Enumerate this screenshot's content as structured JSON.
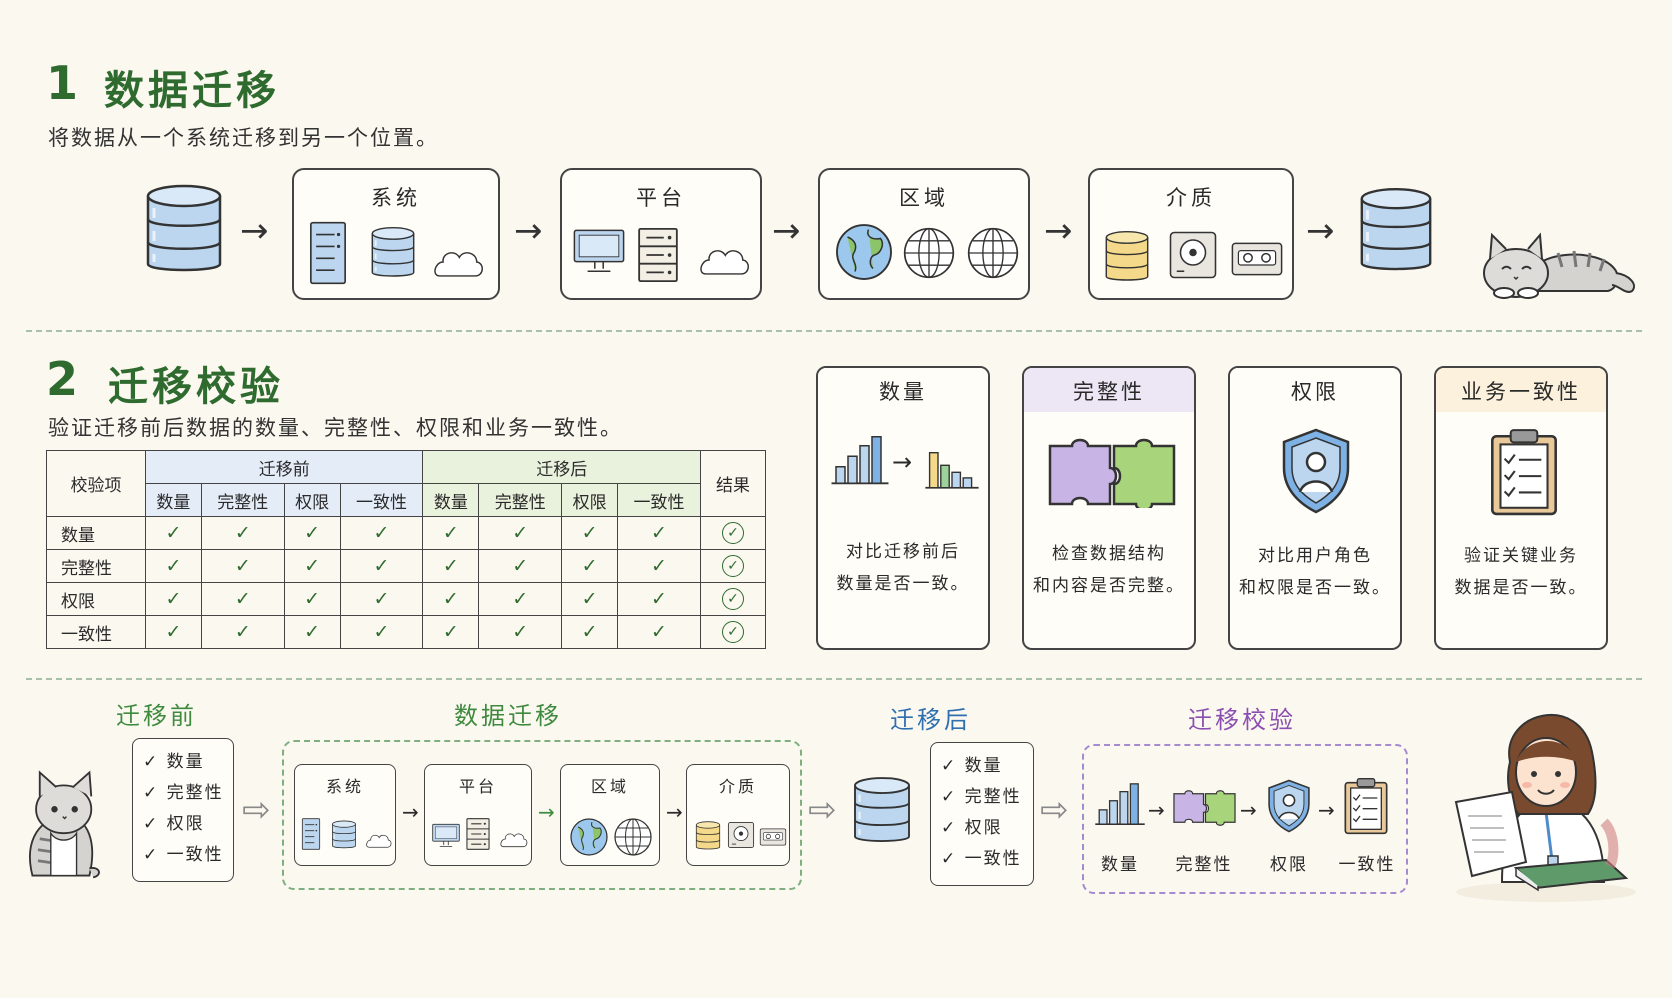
{
  "section1": {
    "number": "1",
    "title": "数据迁移",
    "subtitle": "将数据从一个系统迁移到另一个位置。",
    "stages": [
      {
        "label": "系统"
      },
      {
        "label": "平台"
      },
      {
        "label": "区域"
      },
      {
        "label": "介质"
      }
    ]
  },
  "section2": {
    "number": "2",
    "title": "迁移校验",
    "subtitle": "验证迁移前后数据的数量、完整性、权限和业务一致性。",
    "table": {
      "corner": "校验项",
      "group_before": "迁移前",
      "group_after": "迁移后",
      "result": "结果",
      "subcols": [
        "数量",
        "完整性",
        "权限",
        "一致性"
      ],
      "rows": [
        "数量",
        "完整性",
        "权限",
        "一致性"
      ],
      "tick": "✓",
      "result_mark": "✓"
    },
    "cards": [
      {
        "title": "数量",
        "line1": "对比迁移前后",
        "line2": "数量是否一致。",
        "head_color": "#fffdf8"
      },
      {
        "title": "完整性",
        "line1": "检查数据结构",
        "line2": "和内容是否完整。",
        "head_color": "#ece6f5"
      },
      {
        "title": "权限",
        "line1": "对比用户角色",
        "line2": "和权限是否一致。",
        "head_color": "#fffdf8"
      },
      {
        "title": "业务一致性",
        "line1": "验证关键业务",
        "line2": "数据是否一致。",
        "head_color": "#fbf1dc"
      }
    ]
  },
  "flow": {
    "before_label": "迁移前",
    "migration_label": "数据迁移",
    "after_label": "迁移后",
    "verify_label": "迁移校验",
    "before_items": [
      "数量",
      "完整性",
      "权限",
      "一致性"
    ],
    "after_items": [
      "数量",
      "完整性",
      "权限",
      "一致性"
    ],
    "mini_stages": [
      "系统",
      "平台",
      "区域",
      "介质"
    ],
    "verify_caps": [
      "数量",
      "完整性",
      "权限",
      "一致性"
    ],
    "check": "✓",
    "colors": {
      "before": "#3f8a3f",
      "migration": "#3f8a3f",
      "after": "#2f6fb0",
      "verify": "#8a4fb0"
    }
  },
  "icons": [
    "database-icon",
    "server-icon",
    "cloud-icon",
    "monitor-icon",
    "globe-icon",
    "hard-disk-icon",
    "tape-icon",
    "bar-chart-icon",
    "puzzle-icon",
    "shield-user-icon",
    "clipboard-checklist-icon",
    "cat-illustration",
    "woman-reading-illustration"
  ]
}
